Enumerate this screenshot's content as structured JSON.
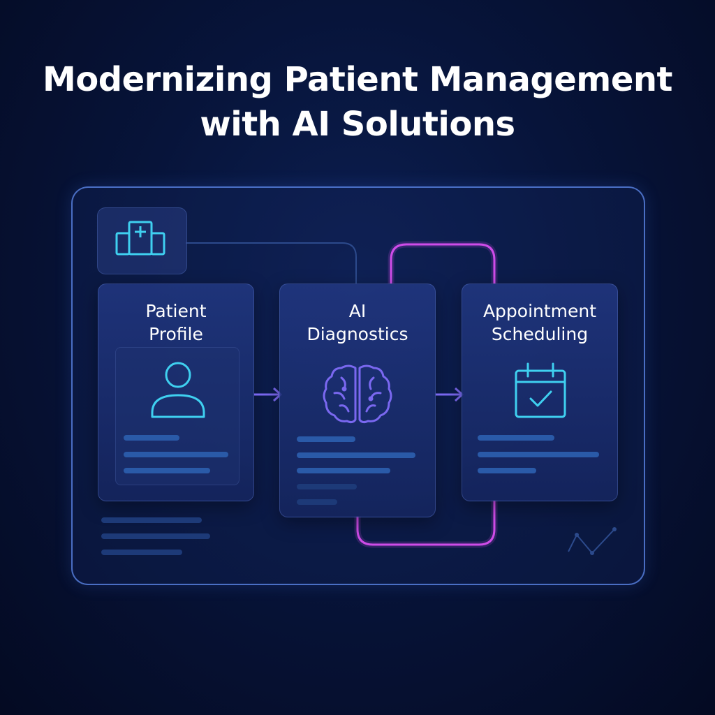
{
  "title": "Modernizing Patient Management with AI Solutions",
  "cards": [
    {
      "label": "Patient\nProfile",
      "icon": "person-icon"
    },
    {
      "label": "AI\nDiagnostics",
      "icon": "brain-icon"
    },
    {
      "label": "Appointment\nScheduling",
      "icon": "calendar-check-icon"
    }
  ],
  "header_icon": "hospital-icon",
  "colors": {
    "accent_cyan": "#3fd0f0",
    "accent_purple": "#7a68f0",
    "accent_pink": "#d94ff0",
    "frame_border": "#608cf0"
  }
}
